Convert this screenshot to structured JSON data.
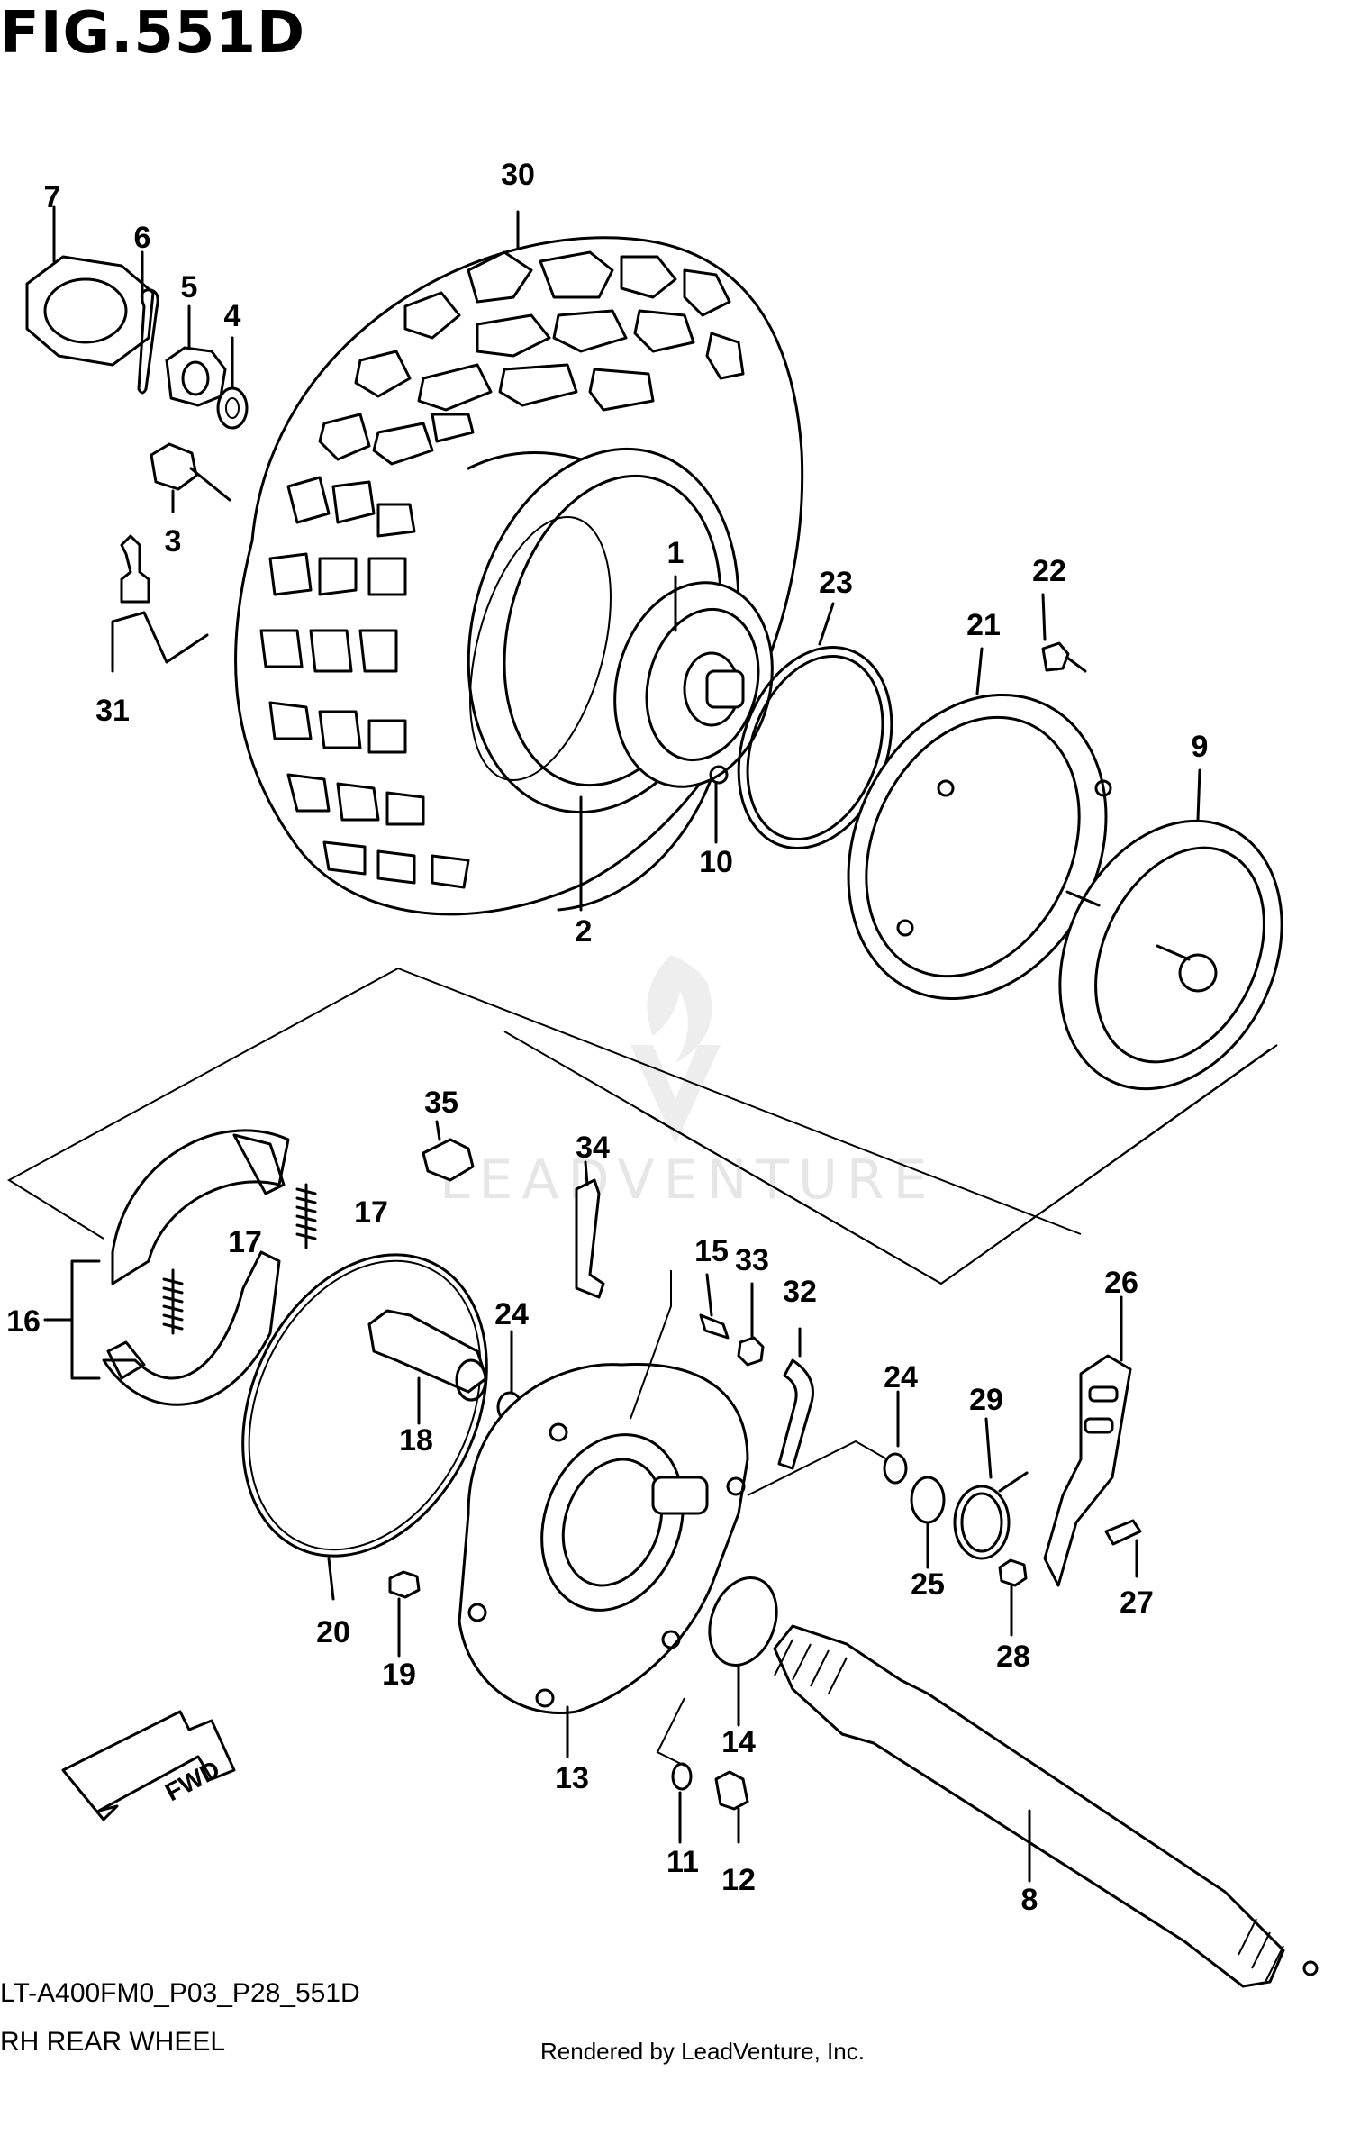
{
  "figure": {
    "title": "FIG.551D",
    "code": "LT-A400FM0_P03_P28_551D",
    "name": "RH REAR WHEEL",
    "credit": "Rendered by LeadVenture, Inc.",
    "watermark": "LEADVENTURE",
    "fwd_label": "FWD"
  },
  "callouts": [
    "30",
    "7",
    "6",
    "5",
    "4",
    "3",
    "31",
    "1",
    "2",
    "10",
    "23",
    "21",
    "22",
    "9",
    "35",
    "34",
    "17",
    "17",
    "16",
    "15",
    "33",
    "32",
    "24",
    "18",
    "26",
    "24",
    "29",
    "20",
    "19",
    "13",
    "25",
    "28",
    "27",
    "14",
    "11",
    "12",
    "8"
  ]
}
